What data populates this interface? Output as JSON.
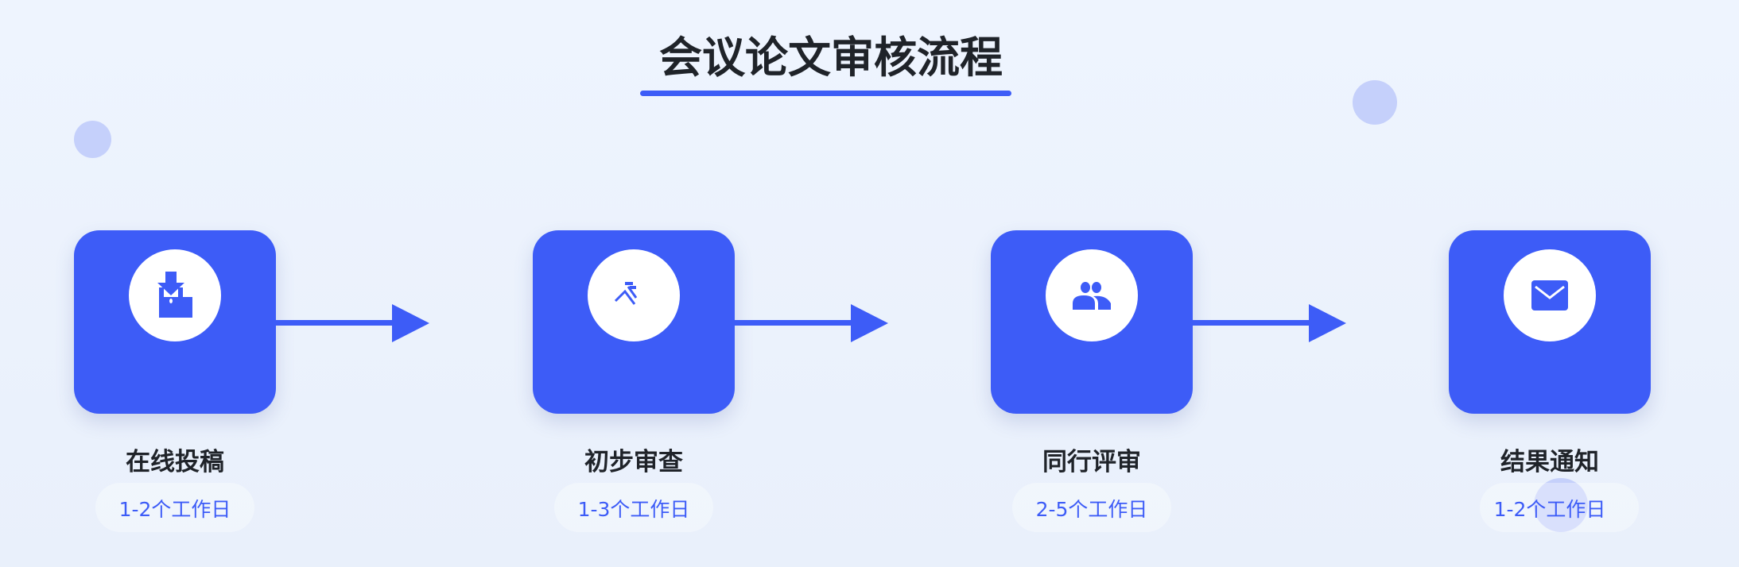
{
  "title": "会议论文审核流程",
  "accent_color": "#3d5cf7",
  "steps": [
    {
      "label": "在线投稿",
      "duration": "1-2个工作日",
      "icon": "upload-icon"
    },
    {
      "label": "初步审查",
      "duration": "1-3个工作日",
      "icon": "check-icon"
    },
    {
      "label": "同行评审",
      "duration": "2-5个工作日",
      "icon": "users-icon"
    },
    {
      "label": "结果通知",
      "duration": "1-2个工作日",
      "icon": "envelope-icon"
    }
  ]
}
